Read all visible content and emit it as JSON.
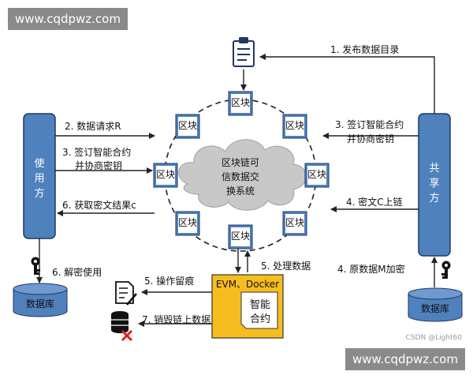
{
  "watermark": {
    "top": "www.cqdpwz.com",
    "bottom": "www.cqdpwz.com"
  },
  "credit": "CSDN @Light60",
  "colors": {
    "node_fill": "#4f81bd",
    "node_stroke": "#1f3864",
    "cloud_fill": "#c8c8c8",
    "evm_fill": "#f5bd1f"
  },
  "icons": [
    "clipboard-icon",
    "key-icon",
    "document-pen-icon",
    "database-delete-icon"
  ],
  "center": {
    "lines": [
      "区块链可",
      "信数据交",
      "换系统"
    ]
  },
  "block_label": "区块",
  "user_node": {
    "label": [
      "使",
      "用",
      "方"
    ]
  },
  "sharer_node": {
    "label": [
      "共",
      "享",
      "方"
    ]
  },
  "database_left": "数据库",
  "database_right": "数据库",
  "evm": {
    "title": "EVM、Docker",
    "contract": [
      "智能",
      "合约"
    ]
  },
  "steps": {
    "publish": "1. 发布数据目录",
    "request": "2. 数据请求R",
    "sign_left": [
      "3. 签订智能合约",
      "并协商密钥"
    ],
    "sign_right": [
      "3. 签订智能合约",
      "并协商密钥"
    ],
    "cipher_upload": "4. 密文C上链",
    "encrypt": "4. 原数据M加密",
    "process": "5. 处理数据",
    "trace": "5. 操作留痕",
    "fetch": "6. 获取密文结果c",
    "decrypt": "6. 解密使用",
    "destroy": "7. 销毁链上数据"
  }
}
